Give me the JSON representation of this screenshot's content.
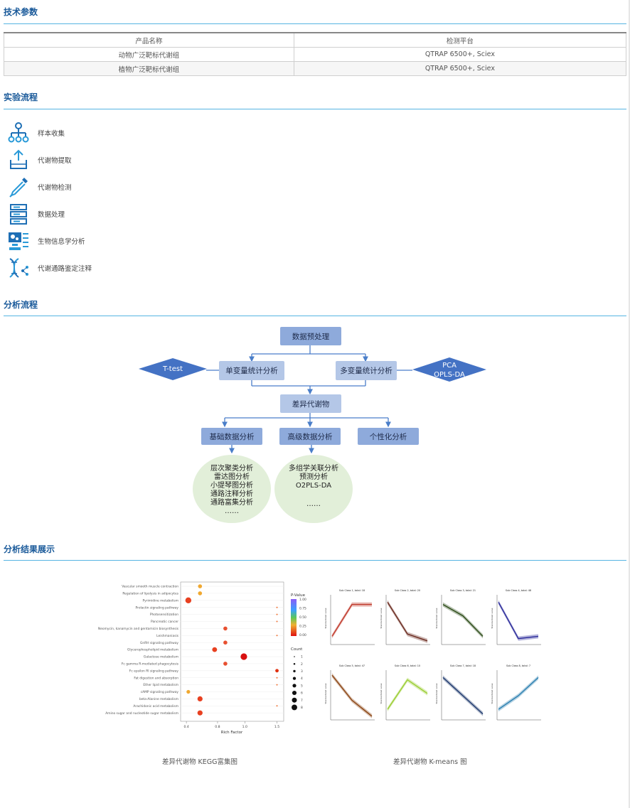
{
  "sections": {
    "tech": "技术参数",
    "workflow": "实验流程",
    "analysis": "分析流程",
    "results": "分析结果展示"
  },
  "table": {
    "headers": [
      "产品名称",
      "检测平台"
    ],
    "rows": [
      [
        "动物广泛靶标代谢组",
        "QTRAP 6500+, Sciex"
      ],
      [
        "植物广泛靶标代谢组",
        "QTRAP 6500+, Sciex"
      ]
    ]
  },
  "steps": [
    {
      "label": "样本收集",
      "icon": "hierarchy-icon"
    },
    {
      "label": "代谢物提取",
      "icon": "upload-tray-icon"
    },
    {
      "label": "代谢物检测",
      "icon": "pipette-icon"
    },
    {
      "label": "数据处理",
      "icon": "server-icon"
    },
    {
      "label": "生物信息学分析",
      "icon": "computer-gear-icon"
    },
    {
      "label": "代谢通路鉴定注释",
      "icon": "dna-icon"
    }
  ],
  "flow": {
    "preprocess": "数据预处理",
    "univariate": "单变量统计分析",
    "multivariate": "多变量统计分析",
    "ttest": "T-test",
    "pca": "PCA",
    "oplsda": "OPLS-DA",
    "diff": "差异代谢物",
    "basic": "基础数据分析",
    "advanced": "高级数据分析",
    "custom": "个性化分析",
    "basic_items": [
      "层次聚类分析",
      "雷达图分析",
      "小提琴图分析",
      "通路注释分析",
      "通路富集分析",
      "……"
    ],
    "advanced_items": [
      "多组学关联分析",
      "预测分析",
      "O2PLS-DA",
      "……"
    ]
  },
  "captions": {
    "kegg": "差异代谢物 KEGG富集图",
    "kmeans": "差异代谢物 K-means 图"
  },
  "kegg": {
    "xlabel": "Rich Factor",
    "xticks": [
      "0.4",
      "0.8",
      "1.0",
      "1.5"
    ],
    "legend_pvalue_title": "P-Value",
    "legend_pvalue_ticks": [
      "1.00",
      "0.75",
      "0.50",
      "0.25",
      "0.00"
    ],
    "legend_count_title": "Count",
    "legend_count_ticks": [
      "1",
      "2",
      "3",
      "4",
      "5",
      "6",
      "7",
      "8"
    ],
    "pathways": [
      "Vascular smooth muscle contraction",
      "Regulation of lipolysis in adipocytes",
      "Pyrimidine metabolism",
      "Prolactin signaling pathway",
      "Photosensitization",
      "Pancreatic cancer",
      "Neomycin, kanamycin and gentamicin biosynthesis",
      "Leishmaniasis",
      "GnRH signaling pathway",
      "Glycerophospholipid metabolism",
      "Galactose metabolism",
      "Fc gamma R-mediated phagocytosis",
      "Fc epsilon RI signaling pathway",
      "Fat digestion and absorption",
      "Ether lipid metabolism",
      "cAMP signaling pathway",
      "beta-Alanine metabolism",
      "Arachidonic acid metabolism",
      "Amino sugar and nucleotide sugar metabolism"
    ]
  },
  "kmeans": {
    "titles": [
      "Sub Class 1, total: 18",
      "Sub Class 2, total: 20",
      "Sub Class 3, total: 21",
      "Sub Class 4, total: 48",
      "Sub Class 5, total: 47",
      "Sub Class 6, total: 10",
      "Sub Class 7, total: 18",
      "Sub Class 8, total: 7"
    ],
    "ylabel": "Standardized value",
    "colors": [
      "#c0392b",
      "#6b2b20",
      "#2e4d1a",
      "#2a2a9a",
      "#8b4513",
      "#9acd32",
      "#1f3a6e",
      "#2a7fb0"
    ]
  }
}
